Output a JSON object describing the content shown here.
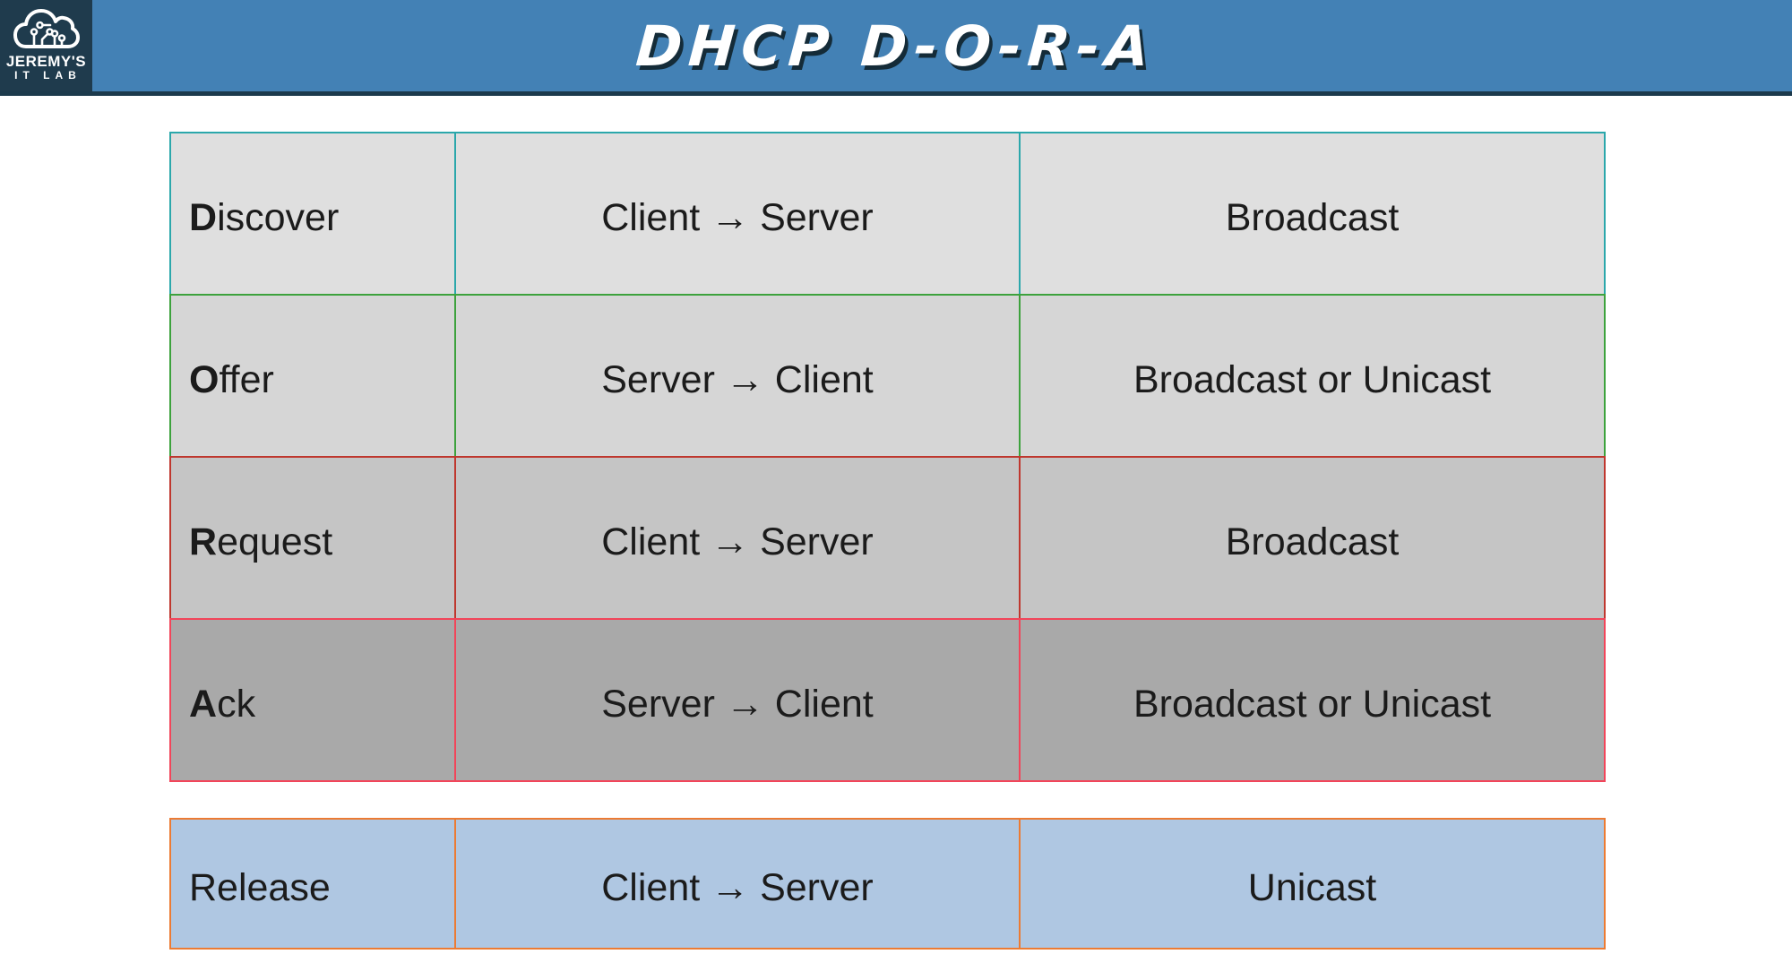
{
  "header": {
    "title": "DHCP D-O-R-A",
    "logo": {
      "line1": "JEREMY'S",
      "line2": "IT LAB"
    }
  },
  "table": {
    "rows": [
      {
        "step_bold": "D",
        "step_rest": "iscover",
        "direction": "Client → Server",
        "delivery": "Broadcast"
      },
      {
        "step_bold": "O",
        "step_rest": "ffer",
        "direction": "Server → Client",
        "delivery": "Broadcast or Unicast"
      },
      {
        "step_bold": "R",
        "step_rest": "equest",
        "direction": "Client → Server",
        "delivery": "Broadcast"
      },
      {
        "step_bold": "A",
        "step_rest": "ck",
        "direction": "Server → Client",
        "delivery": "Broadcast or Unicast"
      }
    ]
  },
  "release": {
    "step_bold": "",
    "step_rest": "Release",
    "direction": "Client → Server",
    "delivery": "Unicast"
  },
  "colors": {
    "header_blue": "#4381b5",
    "header_edge": "#1c3a4c",
    "logo_bg": "#1f3b4d",
    "title_text": "#ffffff",
    "cell_text": "#1b1b1b",
    "row_discover_bg": "#dfdfdf",
    "row_discover_border": "#2ba7ab",
    "row_offer_bg": "#d6d6d6",
    "row_offer_border": "#3da23d",
    "row_request_bg": "#c5c5c5",
    "row_request_border": "#bf372e",
    "row_ack_bg": "#a9a9a9",
    "row_ack_border": "#f2455a",
    "row_release_bg": "#afc7e2",
    "row_release_border": "#ec7b33"
  }
}
